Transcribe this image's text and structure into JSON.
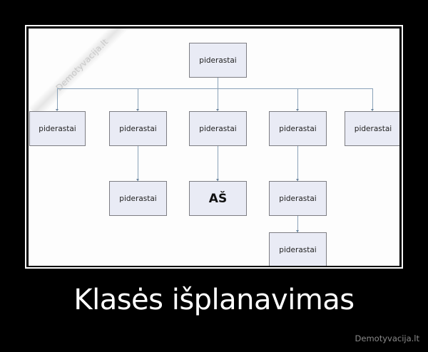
{
  "diagram": {
    "watermark": "Demotyvacija.lt",
    "root": {
      "label": "piderastai"
    },
    "level1": [
      {
        "label": "piderastai"
      },
      {
        "label": "piderastai"
      },
      {
        "label": "piderastai"
      },
      {
        "label": "piderastai"
      },
      {
        "label": "piderastai"
      }
    ],
    "level2": [
      {
        "label": "piderastai",
        "parent": 1
      },
      {
        "label": "AŠ",
        "parent": 2
      },
      {
        "label": "piderastai",
        "parent": 3
      }
    ],
    "level3": [
      {
        "label": "piderastai",
        "parent": "level2.2"
      }
    ],
    "colors": {
      "node_fill": "#e9ebf5",
      "node_border": "#7d7d83",
      "connector": "#8aa2b8"
    }
  },
  "caption": "Klasės išplanavimas",
  "site_name": "Demotyvacija.lt"
}
